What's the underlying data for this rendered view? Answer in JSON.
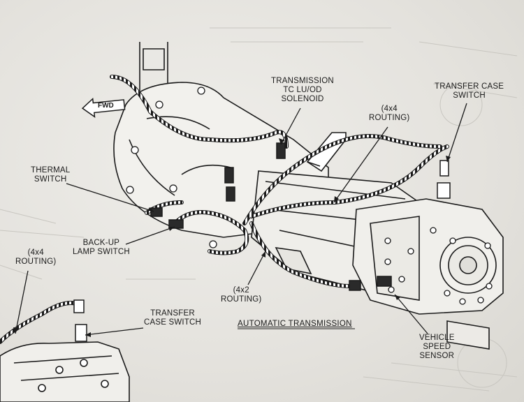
{
  "diagram": {
    "title": "AUTOMATIC TRANSMISSION",
    "direction_marker": "FWD",
    "labels": {
      "transmission_solenoid": [
        "TRANSMISSION",
        "TC LU/OD",
        "SOLENOID"
      ],
      "routing_4x4_top": [
        "(4x4",
        "ROUTING)"
      ],
      "transfer_case_switch_top": [
        "TRANSFER CASE",
        "SWITCH"
      ],
      "thermal_switch": [
        "THERMAL",
        "SWITCH"
      ],
      "backup_lamp_switch": [
        "BACK-UP",
        "LAMP SWITCH"
      ],
      "routing_4x4_left": [
        "(4x4",
        "ROUTING)"
      ],
      "routing_4x2": [
        "(4x2",
        "ROUTING)"
      ],
      "transfer_case_switch_bottom": [
        "TRANSFER",
        "CASE SWITCH"
      ],
      "vehicle_speed_sensor": [
        "VEHICLE",
        "SPEED",
        "SENSOR"
      ]
    }
  }
}
